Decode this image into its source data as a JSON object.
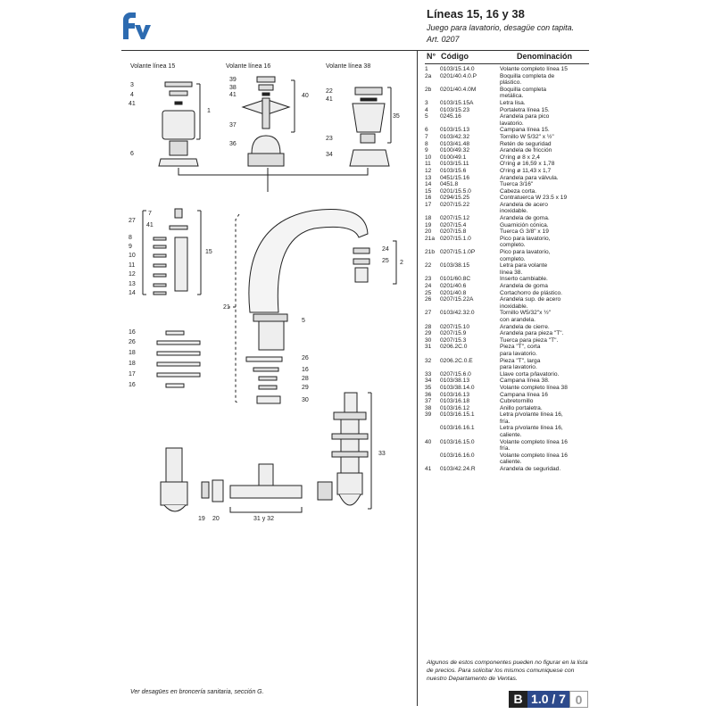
{
  "header": {
    "title": "Líneas 15, 16 y 38",
    "subtitle": "Juego para lavatorio, desagüe con tapita.",
    "article": "Art. 0207"
  },
  "diagram": {
    "group_labels": [
      "Volante línea 15",
      "Volante línea 16",
      "Volante línea 38"
    ],
    "callouts": [
      "3",
      "4",
      "41",
      "1",
      "6",
      "39",
      "38",
      "41",
      "40",
      "37",
      "36",
      "22",
      "41",
      "35",
      "23",
      "34",
      "27",
      "7",
      "41",
      "8",
      "9",
      "10",
      "11",
      "12",
      "13",
      "14",
      "15",
      "24",
      "25",
      "2",
      "21",
      "5",
      "16",
      "26",
      "18",
      "18",
      "17",
      "16",
      "26",
      "16",
      "28",
      "29",
      "30",
      "33",
      "19",
      "20",
      "31 y 32"
    ],
    "footer_note": "Ver desagües en broncería sanitaria, sección G."
  },
  "table": {
    "headers": [
      "N°",
      "Código",
      "Denominación"
    ],
    "rows": [
      {
        "n": "1",
        "code": "0103/15.14.0",
        "desc": "Volante completo línea 15"
      },
      {
        "n": "2a",
        "code": "0201/40.4.0.P",
        "desc": "Boquilla completa de"
      },
      {
        "n": "",
        "code": "",
        "desc": "plástico."
      },
      {
        "n": "2b",
        "code": "0201/40.4.0M",
        "desc": "Boquilla completa"
      },
      {
        "n": "",
        "code": "",
        "desc": "metálica."
      },
      {
        "n": "3",
        "code": "0103/15.15A",
        "desc": "Letra lisa."
      },
      {
        "n": "4",
        "code": "0103/15.23",
        "desc": "Portaletra línea 15."
      },
      {
        "n": "5",
        "code": "0245.16",
        "desc": "Arandela para pico"
      },
      {
        "n": "",
        "code": "",
        "desc": "lavatorio."
      },
      {
        "n": "6",
        "code": "0103/15.13",
        "desc": "Campana línea 15."
      },
      {
        "n": "7",
        "code": "0103/42.32",
        "desc": "Tornillo W 5/32\" x ½\""
      },
      {
        "n": "8",
        "code": "0103/41.48",
        "desc": "Retén de seguridad"
      },
      {
        "n": "9",
        "code": "0100/49.32",
        "desc": "Arandela de fricción"
      },
      {
        "n": "10",
        "code": "0100/49.1",
        "desc": "O'ring ø 8 x 2,4"
      },
      {
        "n": "11",
        "code": "0103/15.11",
        "desc": "O'ring ø 16,59 x 1,78"
      },
      {
        "n": "12",
        "code": "0103/15.6",
        "desc": "O'ring ø 11,43 x 1,7"
      },
      {
        "n": "13",
        "code": "0451/15.16",
        "desc": "Arandela para válvula."
      },
      {
        "n": "14",
        "code": "0451.8",
        "desc": "Tuerca 3/16\""
      },
      {
        "n": "15",
        "code": "0201/15.5.0",
        "desc": "Cabeza corta."
      },
      {
        "n": "16",
        "code": "0294/15.25",
        "desc": "Contratuerca W 23.5 x 19"
      },
      {
        "n": "17",
        "code": "0207/15.22",
        "desc": "Arandela de acero"
      },
      {
        "n": "",
        "code": "",
        "desc": "inoxidable."
      },
      {
        "n": "18",
        "code": "0207/15.12",
        "desc": "Arandela de goma."
      },
      {
        "n": "19",
        "code": "0207/15.4",
        "desc": "Guarnición cónica."
      },
      {
        "n": "20",
        "code": "0207/15.8",
        "desc": "Tuerca G 3/8\" x 19"
      },
      {
        "n": "21a",
        "code": "0207/15.1.0",
        "desc": "Pico para lavatorio,"
      },
      {
        "n": "",
        "code": "",
        "desc": "completo."
      },
      {
        "n": "21b",
        "code": "0207/15.1.0P",
        "desc": "Pico para lavatorio,"
      },
      {
        "n": "",
        "code": "",
        "desc": "completo."
      },
      {
        "n": "22",
        "code": "0103/38.15",
        "desc": "Letra para volante"
      },
      {
        "n": "",
        "code": "",
        "desc": "línea 38."
      },
      {
        "n": "23",
        "code": "0101/60.8C",
        "desc": "Inserto cambiable."
      },
      {
        "n": "24",
        "code": "0201/40.6",
        "desc": "Arandela de goma"
      },
      {
        "n": "25",
        "code": "0201/40.8",
        "desc": "Cortachorro de plástico."
      },
      {
        "n": "26",
        "code": "0207/15.22A",
        "desc": "Arandela sup. de acero"
      },
      {
        "n": "",
        "code": "",
        "desc": "inoxidable."
      },
      {
        "n": "27",
        "code": "0103/42.32.0",
        "desc": "Tornillo W5/32\"x ½\""
      },
      {
        "n": "",
        "code": "",
        "desc": "con arandela."
      },
      {
        "n": "28",
        "code": "0207/15.10",
        "desc": "Arandela de cierre."
      },
      {
        "n": "29",
        "code": "0207/15.9",
        "desc": "Arandela para pieza \"T\"."
      },
      {
        "n": "30",
        "code": "0207/15.3",
        "desc": "Tuerca para pieza \"T\"."
      },
      {
        "n": "31",
        "code": "0206.2C.0",
        "desc": "Pieza \"T\", corta"
      },
      {
        "n": "",
        "code": "",
        "desc": "para lavatorio."
      },
      {
        "n": "32",
        "code": "0206.2C.0.E",
        "desc": "Pieza \"T\", larga"
      },
      {
        "n": "",
        "code": "",
        "desc": "para lavatorio."
      },
      {
        "n": "33",
        "code": "0207/15.6.0",
        "desc": "Llave corta p/lavatorio."
      },
      {
        "n": "34",
        "code": "0103/38.13",
        "desc": "Campana línea 38."
      },
      {
        "n": "35",
        "code": "0103/38.14.0",
        "desc": "Volante completo línea 38"
      },
      {
        "n": "36",
        "code": "0103/16.13",
        "desc": "Campana línea 16"
      },
      {
        "n": "37",
        "code": "0103/16.18",
        "desc": "Cubretornillo"
      },
      {
        "n": "38",
        "code": "0103/16.12",
        "desc": "Anillo portaletra."
      },
      {
        "n": "39",
        "code": "0103/16.15.1",
        "desc": "Letra p/volante línea 16,"
      },
      {
        "n": "",
        "code": "",
        "desc": "fría."
      },
      {
        "n": "",
        "code": "0103/16.16.1",
        "desc": "Letra p/volante línea 16,"
      },
      {
        "n": "",
        "code": "",
        "desc": "caliente."
      },
      {
        "n": "40",
        "code": "0103/16.15.0",
        "desc": "Volante completo línea 16"
      },
      {
        "n": "",
        "code": "",
        "desc": "fría."
      },
      {
        "n": "",
        "code": "0103/16.16.0",
        "desc": "Volante completo línea 16"
      },
      {
        "n": "",
        "code": "",
        "desc": "caliente."
      },
      {
        "n": "41",
        "code": "0103/42.24.R",
        "desc": "Arandela de seguridad."
      }
    ]
  },
  "bottom_note": "Algunos de estos componentes pueden no figurar en la lista de precios. Para solicitar los mismos comuniquese con nuestro Departamento de Ventas.",
  "page_badge": {
    "section": "B",
    "page": "1.0 / 7",
    "rev": "0"
  },
  "colors": {
    "logo": "#2d6bb0",
    "badge": "#2d4a8c"
  }
}
